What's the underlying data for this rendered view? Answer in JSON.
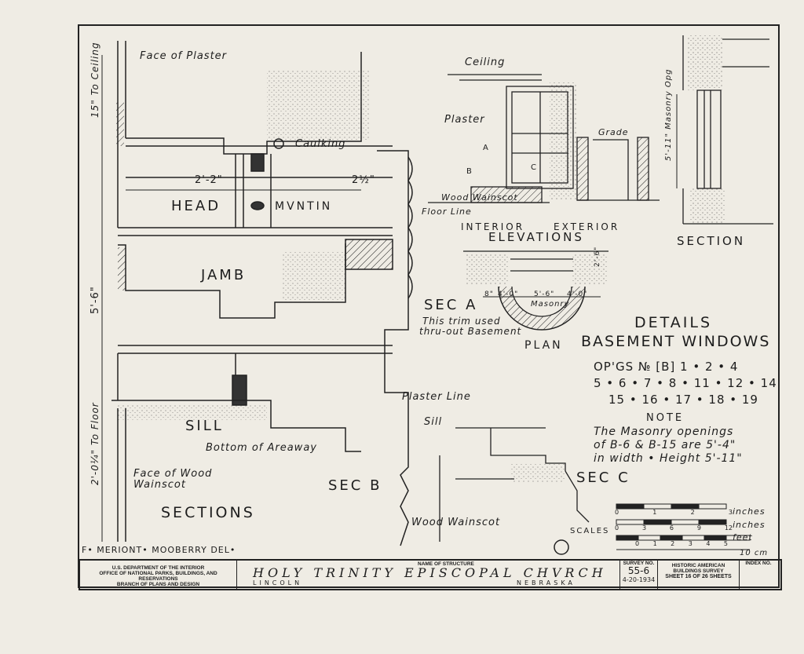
{
  "labels": {
    "face_of_plaster": "Face of Plaster",
    "to_ceiling": "15\" To Ceiling",
    "caulking": "Caulking",
    "dim_2_2": "2'-2\"",
    "dim_2_half": "2½\"",
    "head": "HEAD",
    "muntin": "MVNTIN",
    "jamb": "JAMB",
    "dim_5_6": "5'-6\"",
    "sill": "SILL",
    "to_floor": "2'-0¼\" To Floor",
    "bottom_of_areaway": "Bottom of Areaway",
    "face_of_wood_wainscot_1": "Face of Wood",
    "face_of_wood_wainscot_2": "Wainscot",
    "sections": "SECTIONS",
    "sec_a": "SEC A",
    "sec_a_note_1": "This trim used",
    "sec_a_note_2": "thru-out Basement",
    "sec_b": "SEC B",
    "sec_c": "SEC C",
    "plaster_line": "Plaster Line",
    "sill_c": "Sill",
    "wood_wainscot": "Wood Wainscot",
    "ceiling": "Ceiling",
    "plaster": "Plaster",
    "grade": "Grade",
    "mark_a": "A",
    "mark_b": "B",
    "mark_c": "C",
    "wood_wainscot_elev": "Wood Wainscot",
    "floor_line": "Floor Line",
    "interior": "INTERIOR",
    "exterior": "EXTERIOR",
    "elevations": "ELEVATIONS",
    "section": "SECTION",
    "masonry_opg": "5'-11\" Masonry Opg",
    "plan": "PLAN",
    "plan_masonry": "Masonry",
    "plan_dim_1": "8\"",
    "plan_dim_2": "4'-0\"",
    "plan_dim_3": "5'-6\"",
    "plan_dim_4": "4'-0\"",
    "plan_dim_5": "2'-6\"",
    "details_1": "DETAILS",
    "details_2": "BASEMENT WINDOWS",
    "opgs_1": "OP'GS № [B] 1 • 2 • 4",
    "opgs_2": "5 • 6 • 7 • 8 • 11 • 12 • 14",
    "opgs_3": "15 • 16 • 17 • 18 • 19",
    "note": "NOTE",
    "note_1": "The Masonry openings",
    "note_2": "of B-6 & B-15 are 5'-4\"",
    "note_3": "in width • Height 5'-11\"",
    "scales": "SCALES",
    "inches": "inches",
    "feet": "feet",
    "cm": "10 cm",
    "scale1_ticks": [
      "0",
      "1",
      "2",
      "3"
    ],
    "scale2_ticks": [
      "0",
      "3",
      "6",
      "9",
      "12"
    ],
    "scale3_ticks": [
      "0",
      "1",
      "2",
      "3",
      "4",
      "5"
    ],
    "delineator": "F• MERIONT• MOOBERRY DEL•"
  },
  "title_block": {
    "agency_1": "U.S. DEPARTMENT OF THE INTERIOR",
    "agency_2": "OFFICE OF NATIONAL PARKS, BUILDINGS, AND RESERVATIONS",
    "agency_3": "BRANCH OF PLANS AND DESIGN",
    "name_label": "NAME OF STRUCTURE",
    "structure": "HOLY TRINITY EPISCOPAL CHVRCH",
    "city": "LINCOLN",
    "state": "NEBRASKA",
    "survey_label": "SURVEY NO.",
    "survey_no": "55-6",
    "date": "4-20-1934",
    "hab_1": "HISTORIC AMERICAN",
    "hab_2": "BUILDINGS SURVEY",
    "sheet": "SHEET 16 OF 26 SHEETS",
    "index_label": "INDEX NO."
  }
}
